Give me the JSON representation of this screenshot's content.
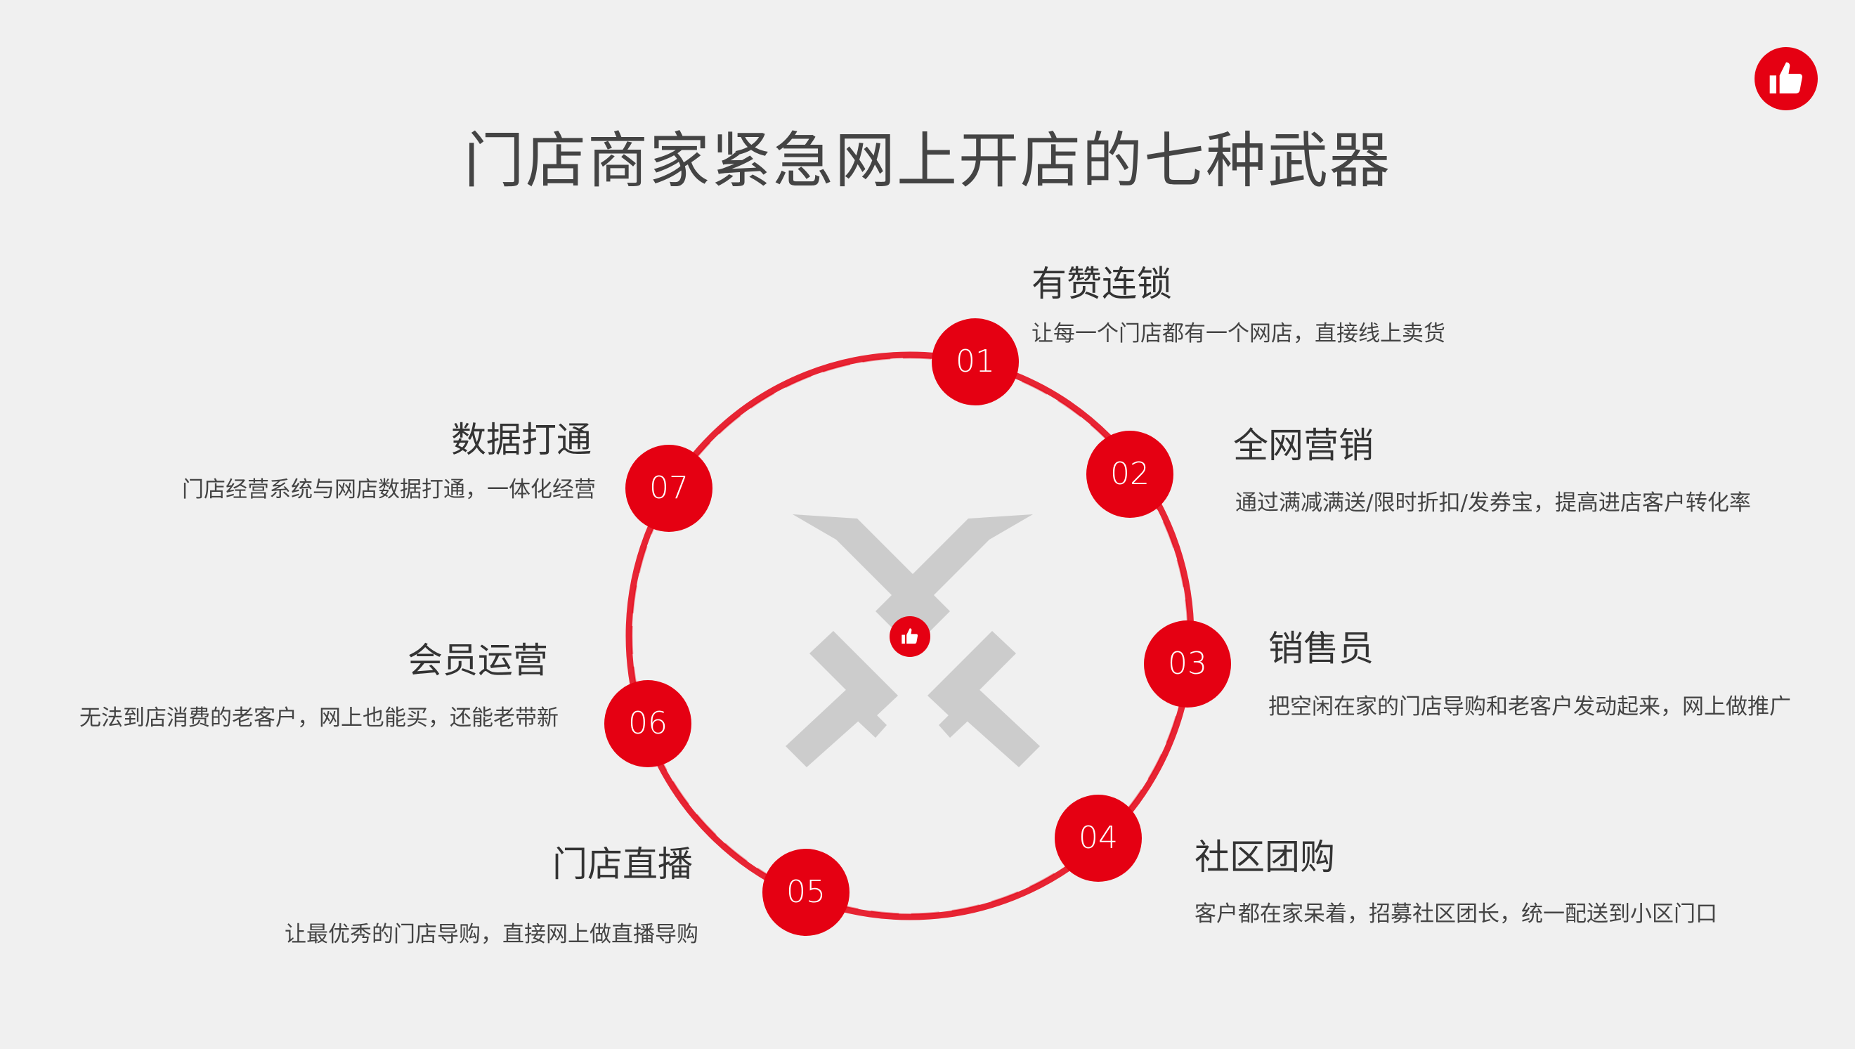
{
  "title": "门店商家紧急网上开店的七种武器",
  "colors": {
    "accent": "#e50012",
    "background": "#f0f0f0",
    "emblem": "#cccccc"
  },
  "icons": {
    "logo": "thumbs-up-icon",
    "center": "crossed-swords-icon"
  },
  "items": [
    {
      "num": "01",
      "title": "有赞连锁",
      "desc": "让每一个门店都有一个网店，直接线上卖货"
    },
    {
      "num": "02",
      "title": "全网营销",
      "desc": "通过满减满送/限时折扣/发券宝，提高进店客户转化率"
    },
    {
      "num": "03",
      "title": "销售员",
      "desc": "把空闲在家的门店导购和老客户发动起来，网上做推广"
    },
    {
      "num": "04",
      "title": "社区团购",
      "desc": "客户都在家呆着，招募社区团长，统一配送到小区门口"
    },
    {
      "num": "05",
      "title": "门店直播",
      "desc": "让最优秀的门店导购，直接网上做直播导购"
    },
    {
      "num": "06",
      "title": "会员运营",
      "desc": "无法到店消费的老客户，网上也能买，还能老带新"
    },
    {
      "num": "07",
      "title": "数据打通",
      "desc": "门店经营系统与网店数据打通，一体化经营"
    }
  ]
}
